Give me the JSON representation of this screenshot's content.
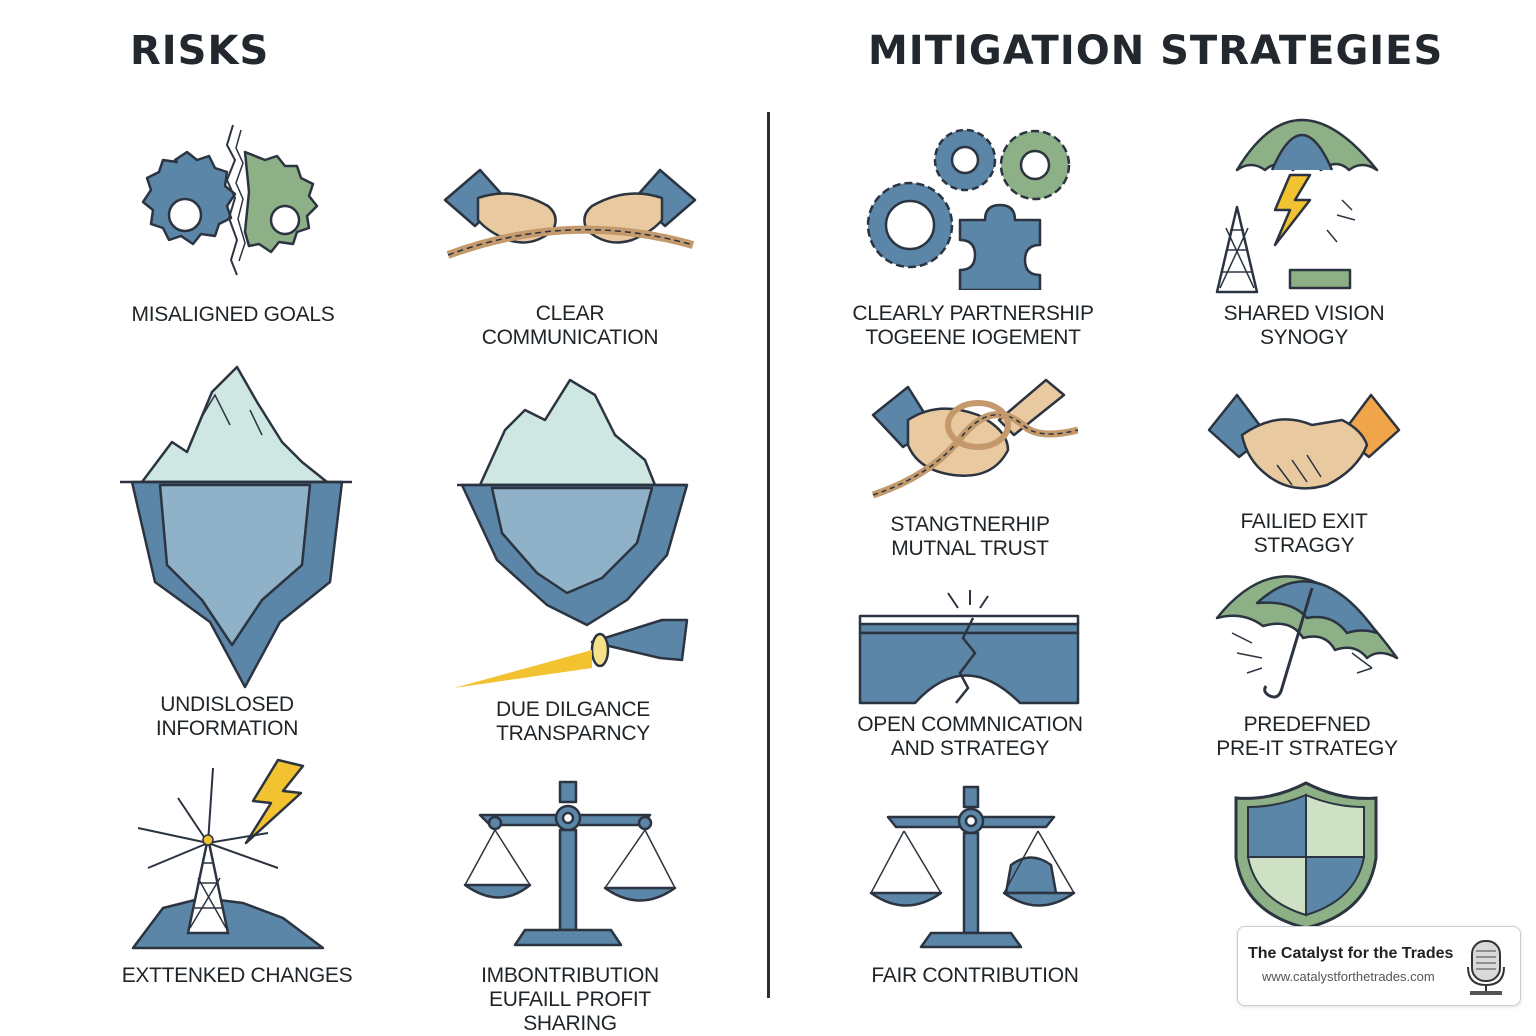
{
  "headings": {
    "risks": "RISKS",
    "mitigation": "MITIGATION STRATEGIES"
  },
  "risks": [
    {
      "icon": "broken-gears-icon",
      "lines": [
        "MISALIGNED GOALS"
      ]
    },
    {
      "icon": "tug-of-war-icon",
      "lines": [
        "CLEAR",
        "COMMUNICATION"
      ]
    },
    {
      "icon": "iceberg-icon",
      "lines": [
        "UNDISLOSED",
        "INFORMATION"
      ]
    },
    {
      "icon": "iceberg-flashlight-icon",
      "lines": [
        "DUE DILGANCE",
        "TRANSPARNCY"
      ]
    },
    {
      "icon": "lightning-tower-icon",
      "lines": [
        "EXTTENKED CHANGES"
      ]
    },
    {
      "icon": "scales-icon",
      "lines": [
        "IMBONTRIBUTION",
        "EUFAILL PROFIT SHARING"
      ]
    }
  ],
  "mitigation": [
    {
      "icon": "gears-puzzle-icon",
      "lines": [
        "CLEARLY PARTNERSHIP",
        "TOGEENE IOGEMENT"
      ]
    },
    {
      "icon": "umbrella-tower-icon",
      "lines": [
        "SHARED VISION",
        "SYNOGY"
      ]
    },
    {
      "icon": "rope-handshake-icon",
      "lines": [
        "STANGTNERHIP",
        "MUTNAL TRUST"
      ]
    },
    {
      "icon": "handshake-icon",
      "lines": [
        "FAILIED EXIT",
        "STRAGGY"
      ]
    },
    {
      "icon": "broken-bridge-icon",
      "lines": [
        "OPEN COMMNICATION",
        "AND STRATEGY"
      ]
    },
    {
      "icon": "umbrella-storm-icon",
      "lines": [
        "PREDEFNED",
        "PRE-IT STRATEGY"
      ]
    },
    {
      "icon": "scales-icon",
      "lines": [
        "FAIR CONTRIBUTION"
      ]
    },
    {
      "icon": "shield-icon",
      "lines": []
    }
  ],
  "brand": {
    "title": "The Catalyst for the Trades",
    "url": "www.catalystforthetrades.com"
  },
  "colors": {
    "blue": "#5b86a7",
    "green": "#8db086",
    "ice": "#cfe7e3",
    "skin": "#e8c9a0",
    "yellow": "#f2c230",
    "ink": "#2b3440"
  }
}
